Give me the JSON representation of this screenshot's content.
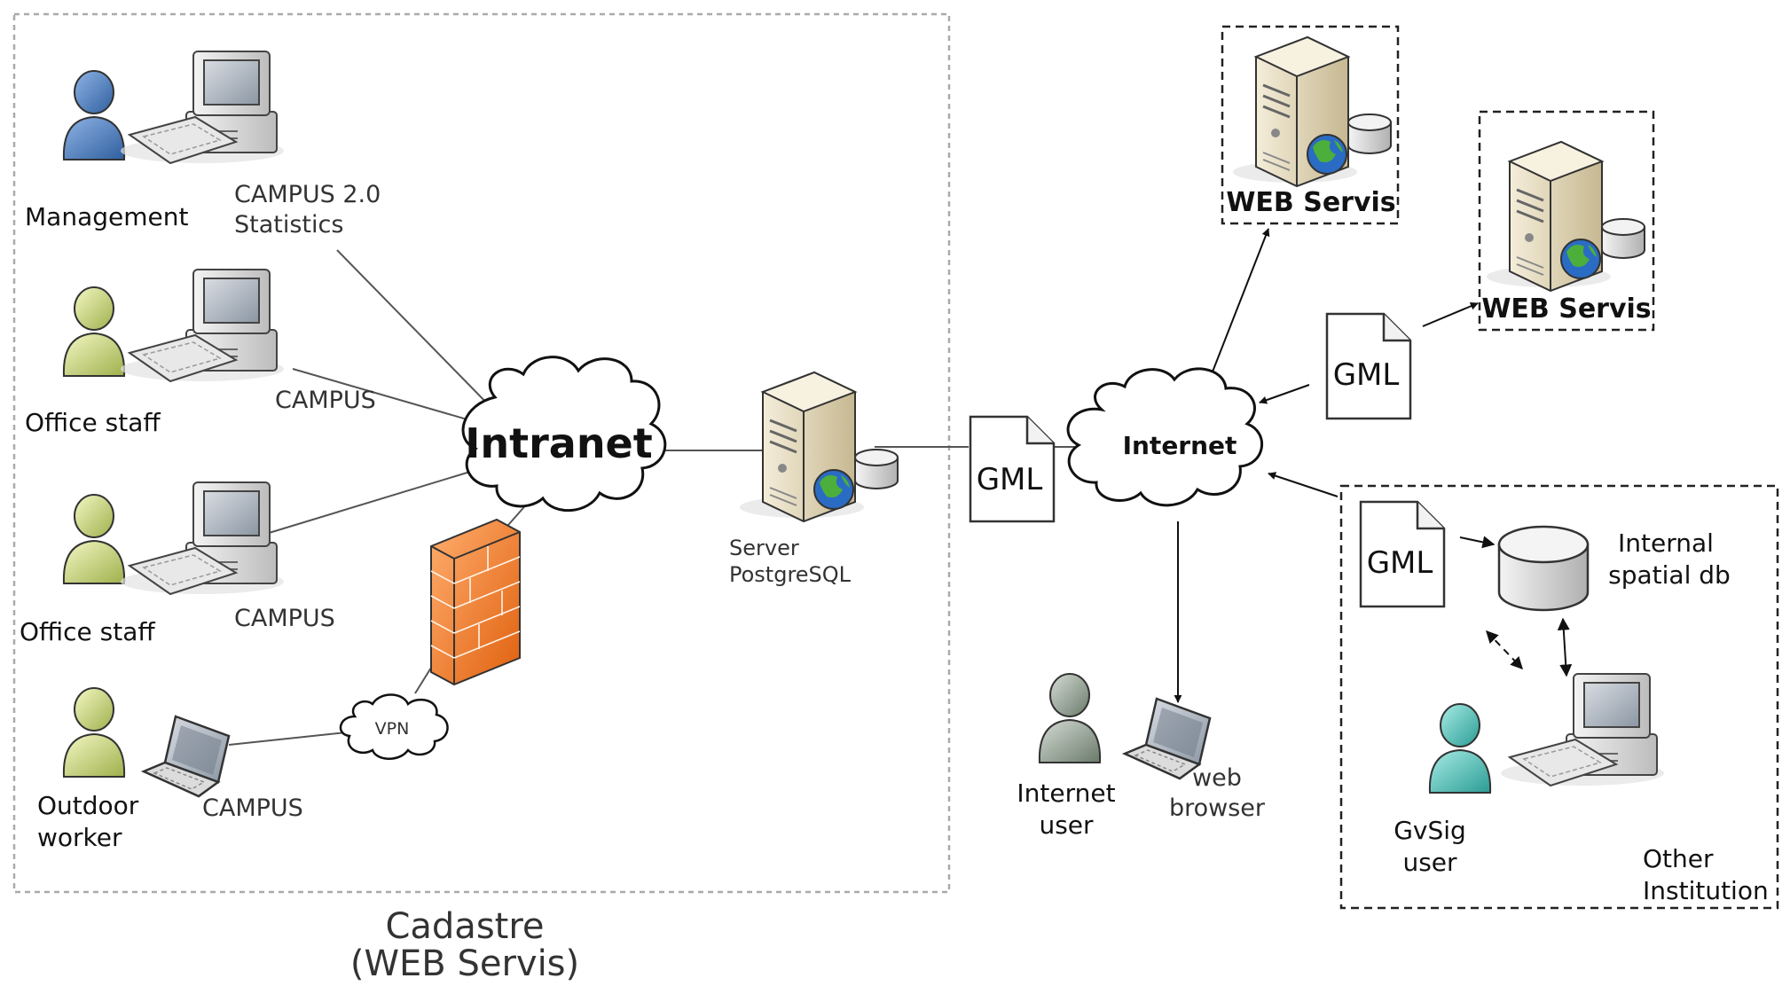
{
  "cadastre": {
    "title_line1": "Cadastre",
    "title_line2": "(WEB Servis)"
  },
  "users": {
    "management": "Management",
    "management_app_line1": "CAMPUS 2.0",
    "management_app_line2": "Statistics",
    "office_staff_1": "Office staff",
    "office_staff_1_app": "CAMPUS",
    "office_staff_2": "Office staff",
    "office_staff_2_app": "CAMPUS",
    "outdoor_line1": "Outdoor",
    "outdoor_line2": "worker",
    "outdoor_app": "CAMPUS"
  },
  "network": {
    "intranet": "Intranet",
    "vpn": "VPN",
    "internet": "Internet"
  },
  "server": {
    "line1": "Server",
    "line2": "PostgreSQL"
  },
  "documents": {
    "gml_center": "GML",
    "gml_right": "GML",
    "gml_institution": "GML"
  },
  "web_services": {
    "top": "WEB Servis",
    "right": "WEB Servis"
  },
  "internet_user": {
    "line1": "Internet",
    "line2": "user",
    "browser_line1": "web",
    "browser_line2": "browser"
  },
  "institution": {
    "db_line1": "Internal",
    "db_line2": "spatial db",
    "gvsig_line1": "GvSig",
    "gvsig_line2": "user",
    "name_line1": "Other",
    "name_line2": "Institution"
  },
  "colors": {
    "user_management": "#4a78b8",
    "user_staff": "#d8e48a",
    "user_internet": "#9aa39a",
    "user_gvsig": "#5fc4bd",
    "firewall": "#f07a22",
    "server_body": "#e6dcc2"
  }
}
